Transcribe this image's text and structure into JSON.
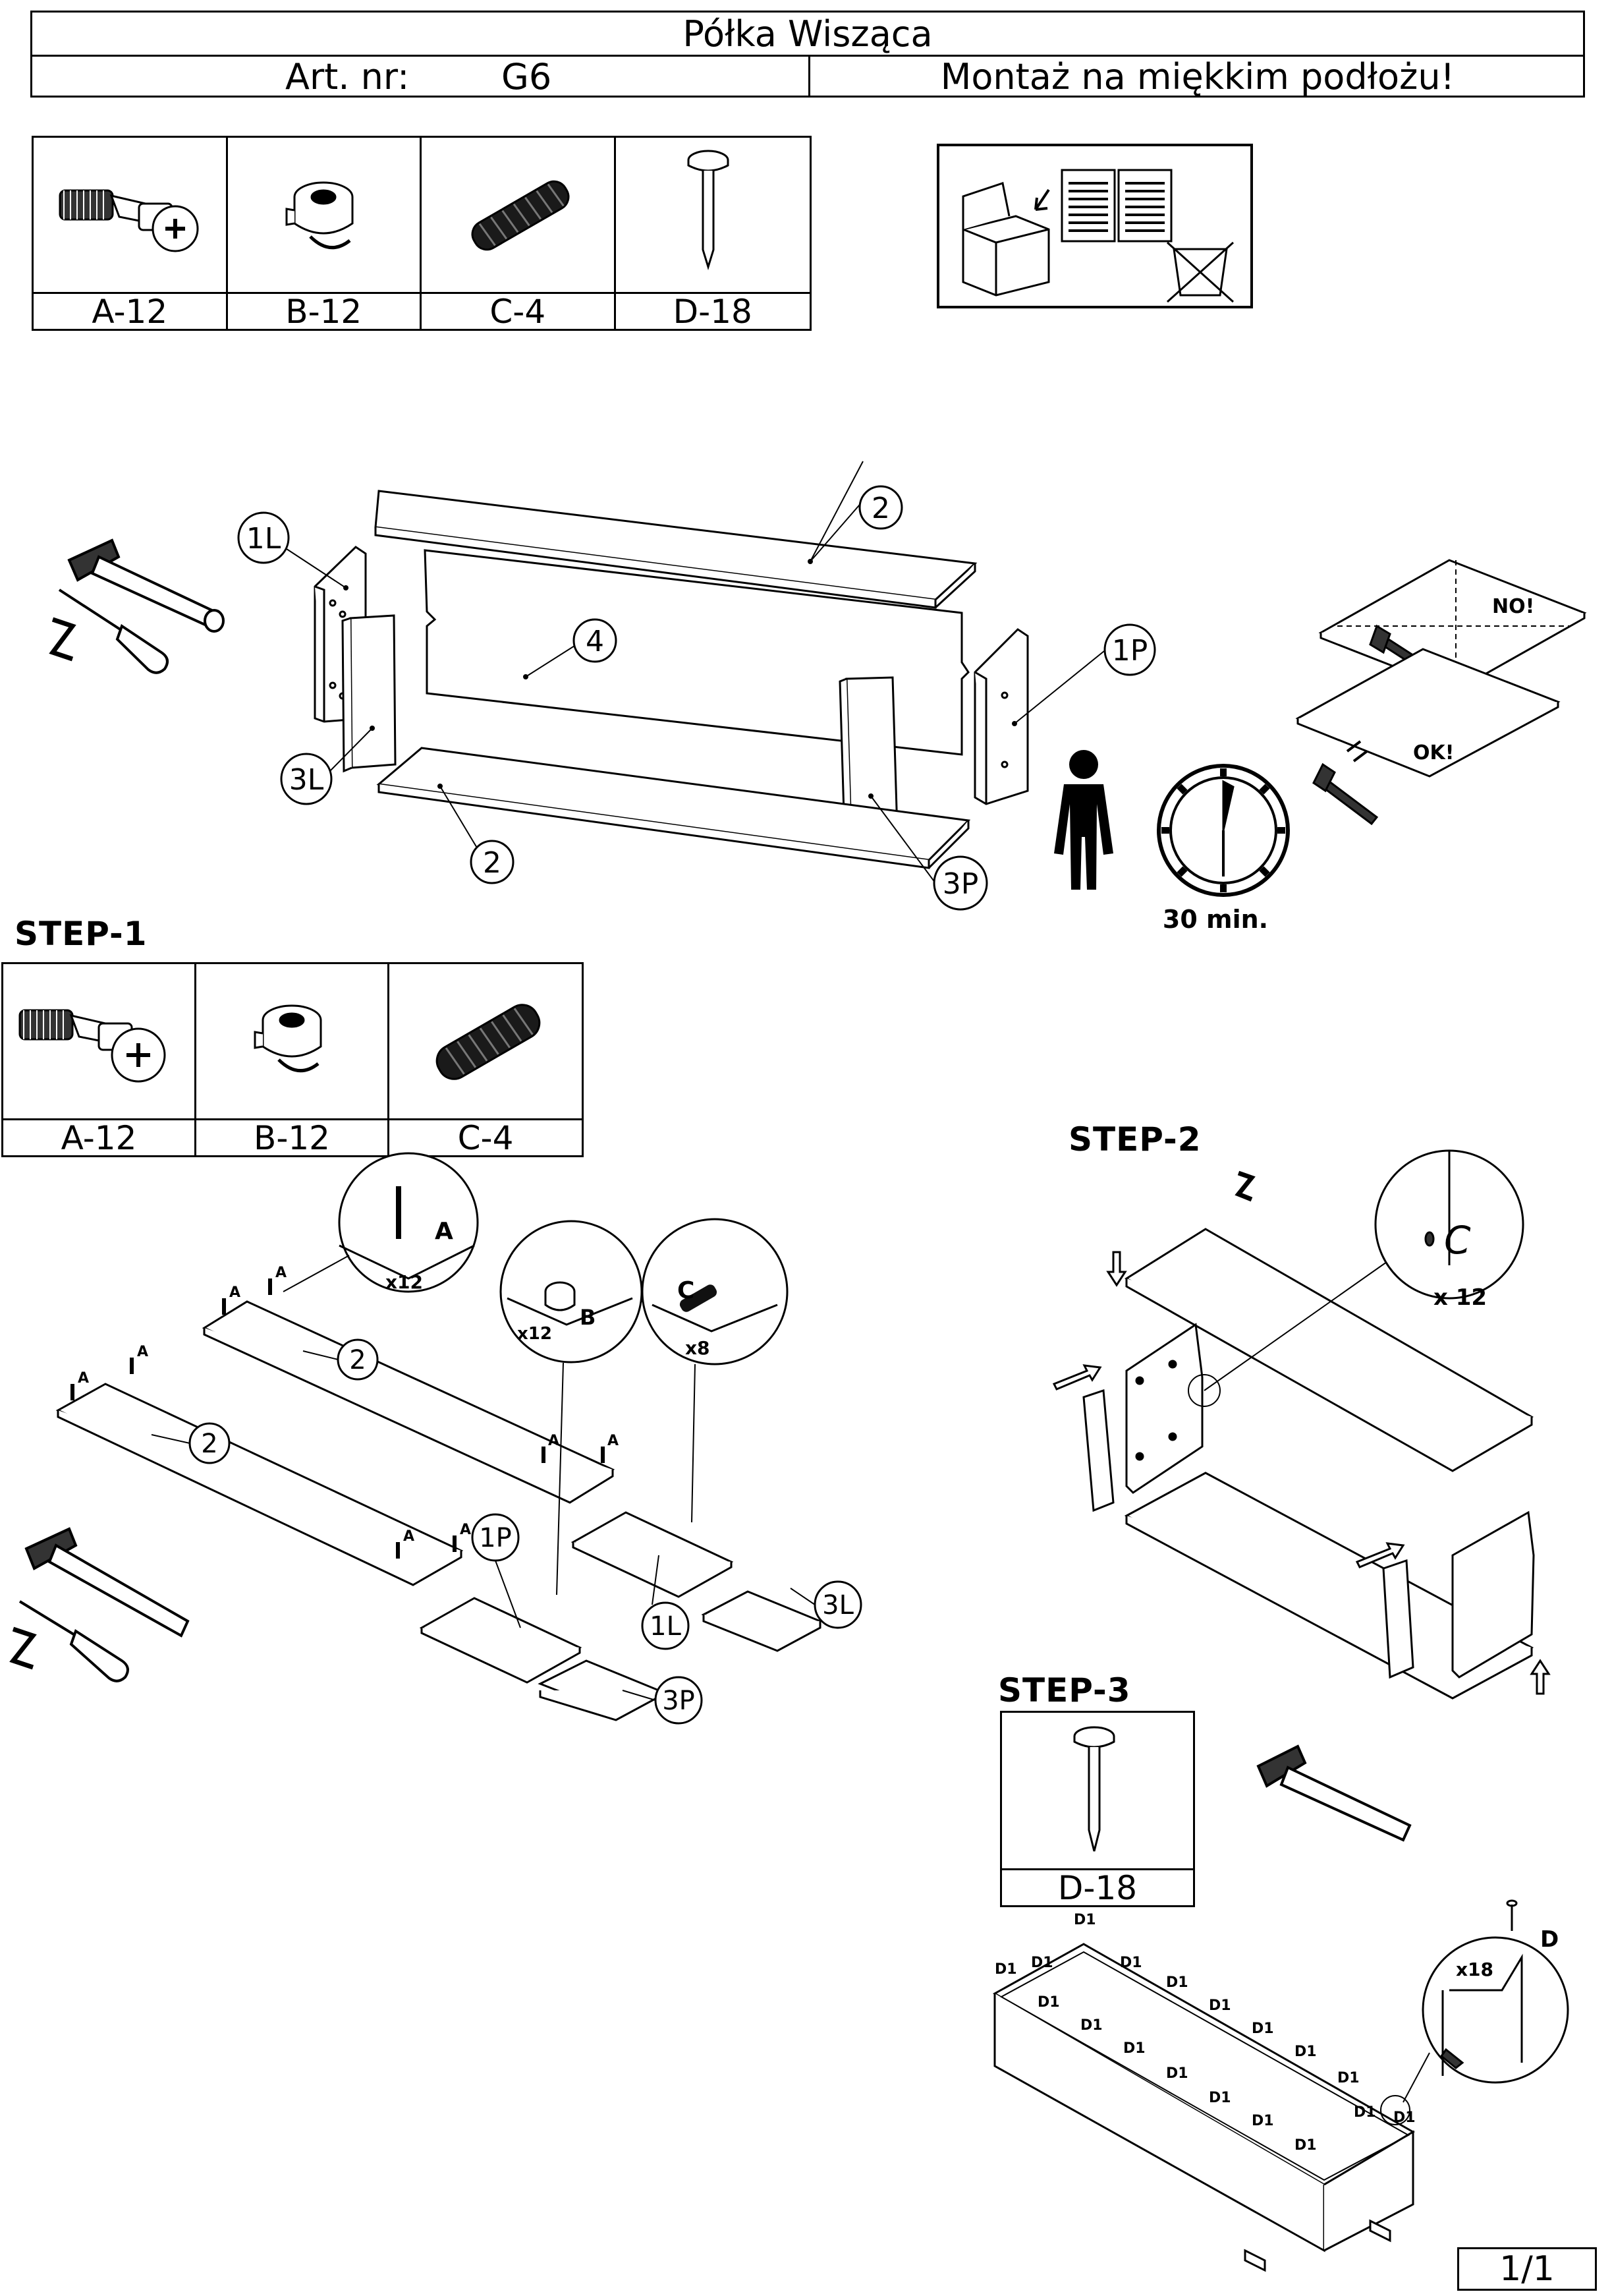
{
  "header": {
    "title": "Półka Wisząca",
    "art_label": "Art. nr:",
    "art_value": "G6",
    "notice": "Montaż na miękkim podłożu!"
  },
  "parts_top": [
    {
      "id": "A",
      "label": "A-12"
    },
    {
      "id": "B",
      "label": "B-12"
    },
    {
      "id": "C",
      "label": "C-4"
    },
    {
      "id": "D",
      "label": "D-18"
    }
  ],
  "overview": {
    "panels": [
      "2",
      "1L",
      "4",
      "1P",
      "3L",
      "2",
      "3P"
    ],
    "surface_no": "NO!",
    "surface_ok": "OK!",
    "time": "30 min."
  },
  "step1": {
    "title": "STEP-1",
    "parts": [
      {
        "id": "A",
        "label": "A-12"
      },
      {
        "id": "B",
        "label": "B-12"
      },
      {
        "id": "C",
        "label": "C-4"
      }
    ],
    "callouts": [
      {
        "letter": "A",
        "count": "x12"
      },
      {
        "letter": "B",
        "count": "x12"
      },
      {
        "letter": "C",
        "count": "x8"
      }
    ],
    "panels": [
      "2",
      "2",
      "1P",
      "1L",
      "3L",
      "3P"
    ]
  },
  "step2": {
    "title": "STEP-2",
    "callout": {
      "letter": "C",
      "count": "x 12"
    }
  },
  "step3": {
    "title": "STEP-3",
    "parts": [
      {
        "id": "D",
        "label": "D-18"
      }
    ],
    "callout": {
      "letter": "D",
      "count": "x18"
    },
    "nail_mark": "D1"
  },
  "page": "1/1"
}
